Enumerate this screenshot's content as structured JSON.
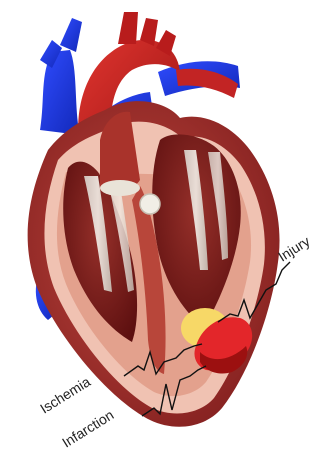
{
  "labels": {
    "injury": "Injury",
    "ischemia": "Ischemia",
    "infarction": "Infarction"
  },
  "zones": [
    {
      "name": "ischemia-zone",
      "color": "#f7d867"
    },
    {
      "name": "injury-zone",
      "color": "#e3262a"
    },
    {
      "name": "infarction-zone",
      "color": "#9c1010"
    }
  ],
  "colors": {
    "aorta": "#c91f1f",
    "veins": "#1f3ff0",
    "myocardium": "#a62a2a",
    "endocardium": "#f2c6b8",
    "chamber": "#7a1414",
    "valve": "#e8e6e0",
    "ecg_trace": "#111111"
  }
}
